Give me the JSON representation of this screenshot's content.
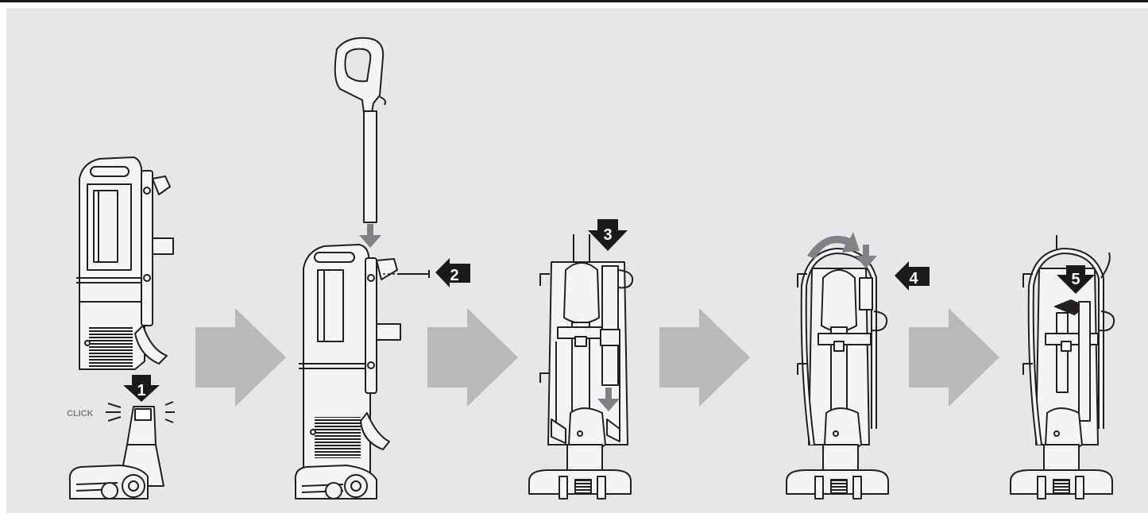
{
  "steps": [
    {
      "number": "1",
      "label": "CLICK"
    },
    {
      "number": "2"
    },
    {
      "number": "3"
    },
    {
      "number": "4"
    },
    {
      "number": "5"
    }
  ],
  "colors": {
    "background": "#e6e7e8",
    "transition_arrow": "#b8b9bb",
    "step_badge": "#1a1a1a",
    "direction_arrow": "#808285",
    "line_art": "#231f20",
    "body_fill": "#f4f4f4"
  },
  "icons": {
    "transition": "chevron-right-arrow-icon",
    "step_badge": "numbered-arrow-icon",
    "direction": "motion-arrow-icon"
  }
}
